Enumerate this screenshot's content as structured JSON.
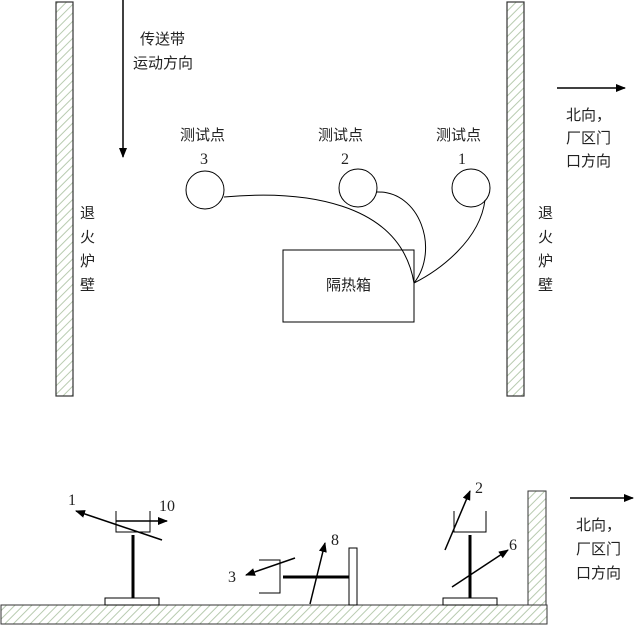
{
  "top_view": {
    "conveyor_label": [
      "传送带",
      "运动方向"
    ],
    "wall_label_left": [
      "退",
      "火",
      "炉",
      "壁"
    ],
    "wall_label_right": [
      "退",
      "火",
      "炉",
      "壁"
    ],
    "test_point_label": "测试点",
    "test_points": [
      {
        "name": "测试点",
        "number": "3"
      },
      {
        "name": "测试点",
        "number": "2"
      },
      {
        "name": "测试点",
        "number": "1"
      }
    ],
    "box_label": "隔热箱",
    "direction_label": [
      "北向，",
      "厂区门",
      "口方向"
    ]
  },
  "side_view": {
    "arrow_labels": {
      "a1": "1",
      "a10": "10",
      "a3": "3",
      "a8": "8",
      "a2": "2",
      "a6": "6"
    },
    "direction_label": [
      "北向，",
      "厂区门",
      "口方向"
    ]
  }
}
